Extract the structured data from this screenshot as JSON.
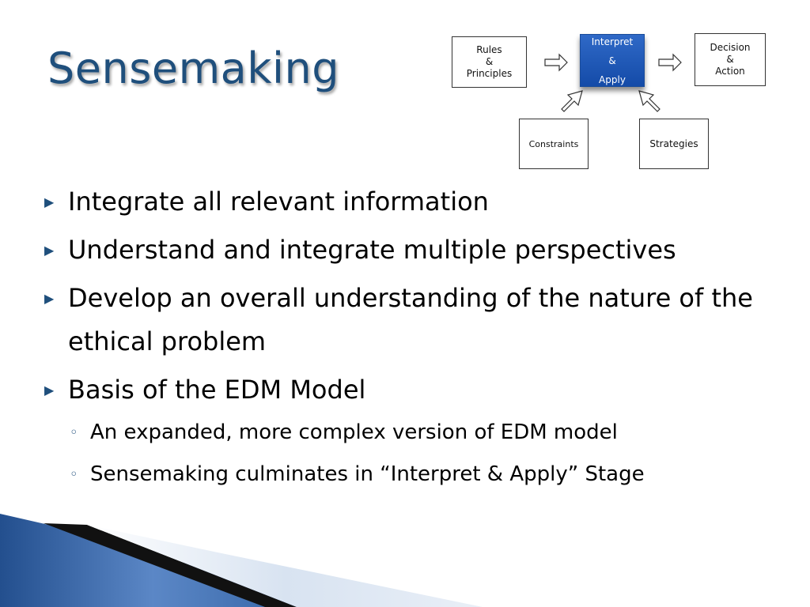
{
  "title": "Sensemaking",
  "diagram": {
    "rules": [
      "Rules",
      "&",
      "Principles"
    ],
    "interpret": [
      "Interpret",
      "&",
      "Apply"
    ],
    "decision": [
      "Decision",
      "&",
      "Action"
    ],
    "constraints": "Constraints",
    "strategies": "Strategies"
  },
  "bullets": {
    "item1": "Integrate all relevant information",
    "item2": "Understand and integrate multiple perspectives",
    "item3": "Develop an overall understanding of the nature of the ethical problem",
    "item4": "Basis of the EDM Model",
    "sub1": "An expanded, more complex version of EDM model",
    "sub2": "Sensemaking culminates in “Interpret & Apply” Stage"
  },
  "icons": {
    "bullet": "triangle-right-icon",
    "sub_bullet": "circle-outline-icon"
  },
  "colors": {
    "title": "#1f4f7c",
    "accent_box": "#1e57b3",
    "swoosh_blue": "#2d5fa4"
  }
}
